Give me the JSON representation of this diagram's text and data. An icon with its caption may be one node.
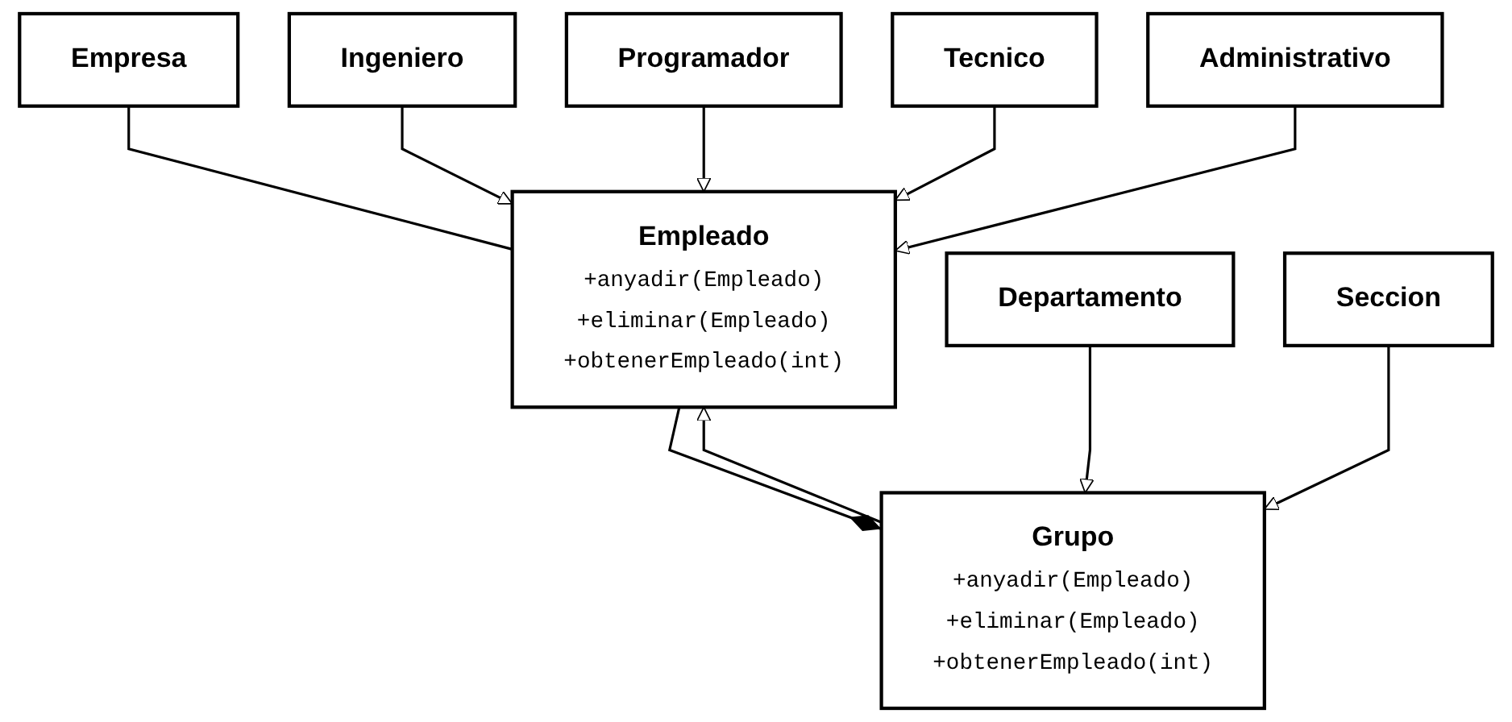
{
  "diagram": {
    "nodes": [
      {
        "text": [
          "Empresa"
        ]
      },
      {
        "text": [
          "Empleado",
          "+anyadir(Empleado)",
          "+eliminar(Empleado)",
          "+obtenerEmpleado(int)"
        ]
      },
      {
        "text": [
          "Ingeniero"
        ]
      },
      {
        "text": [
          "Tecnico"
        ]
      },
      {
        "text": [
          "Programador"
        ]
      },
      {
        "text": [
          "Administrativo"
        ]
      },
      {
        "text": [
          "Grupo",
          "+anyadir(Empleado)",
          "+eliminar(Empleado)",
          "+obtenerEmpleado(int)"
        ]
      },
      {
        "text": [
          "Departamento"
        ]
      },
      {
        "text": [
          "Seccion"
        ]
      }
    ],
    "edges": [
      {
        "from": 0,
        "to": 1,
        "arrow": "none"
      },
      {
        "from": 2,
        "to": 1,
        "arrow": "to"
      },
      {
        "from": 4,
        "to": 1,
        "arrow": "to"
      },
      {
        "from": 3,
        "to": 1,
        "arrow": "to"
      },
      {
        "from": 5,
        "to": 1,
        "arrow": "to"
      },
      {
        "from": 6,
        "to": 1,
        "arrow": "to"
      },
      {
        "from": 1,
        "to": 6,
        "arrow": "other"
      },
      {
        "from": 7,
        "to": 6,
        "arrow": "to"
      },
      {
        "from": 8,
        "to": 6,
        "arrow": "to"
      }
    ]
  }
}
